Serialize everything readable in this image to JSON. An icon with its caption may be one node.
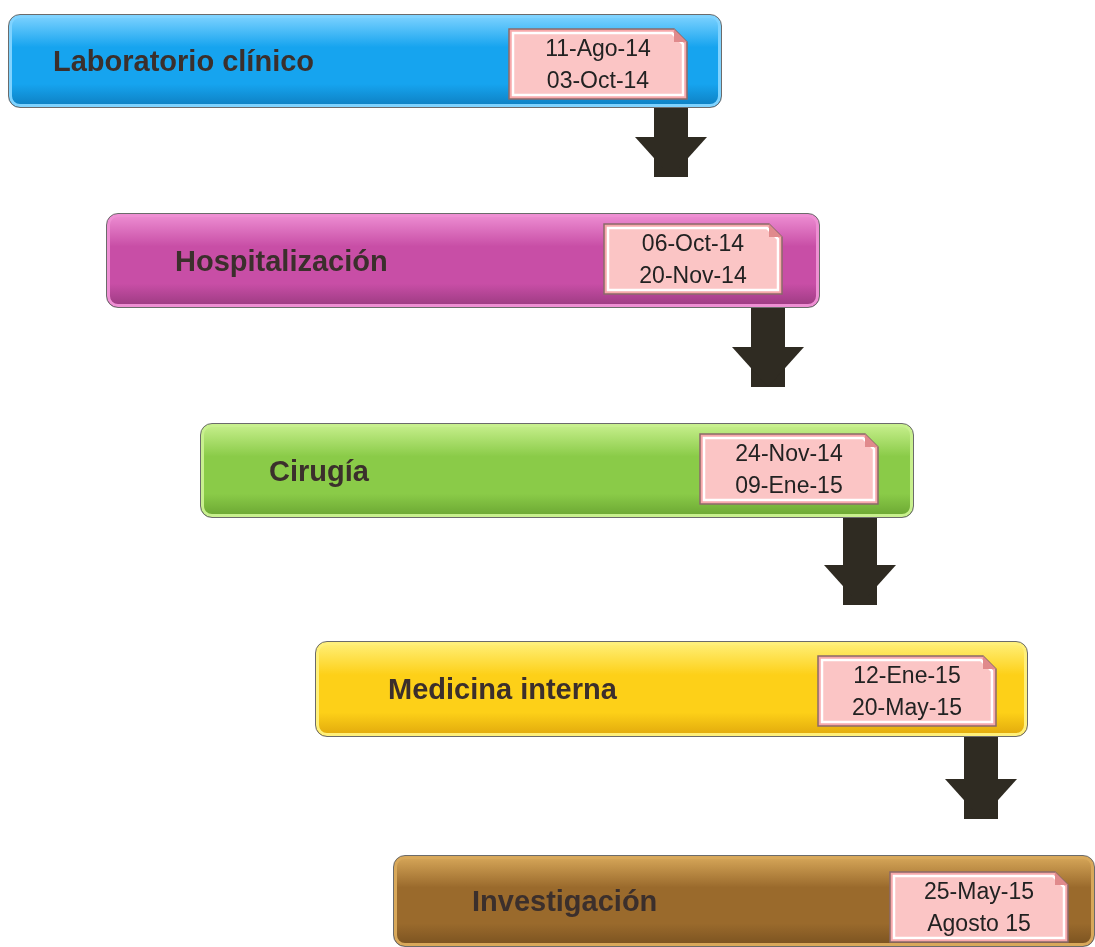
{
  "diagram": {
    "nodes": [
      {
        "text": [
          "Laboratorio clínico"
        ]
      },
      {
        "text": [
          "11-Ago-14",
          "03-Oct-14"
        ],
        "in": 0
      },
      {
        "text": [
          "Hospitalización"
        ]
      },
      {
        "text": [
          "06-Oct-14",
          "20-Nov-14"
        ],
        "in": 2
      },
      {
        "text": [
          "Cirugía"
        ]
      },
      {
        "text": [
          "24-Nov-14",
          "09-Ene-15"
        ],
        "in": 4
      },
      {
        "text": [
          "Medicina interna"
        ]
      },
      {
        "text": [
          "12-Ene-15",
          "20-May-15"
        ],
        "in": 6
      },
      {
        "text": [
          "Investigación"
        ]
      },
      {
        "text": [
          "25-May-15",
          "Agosto 15"
        ],
        "in": 8
      }
    ],
    "edges": [
      {
        "from": 0,
        "to": 2,
        "arrow": "to"
      },
      {
        "from": 2,
        "to": 4,
        "arrow": "to"
      },
      {
        "from": 4,
        "to": 6,
        "arrow": "to"
      },
      {
        "from": 6,
        "to": 8,
        "arrow": "to"
      }
    ]
  }
}
